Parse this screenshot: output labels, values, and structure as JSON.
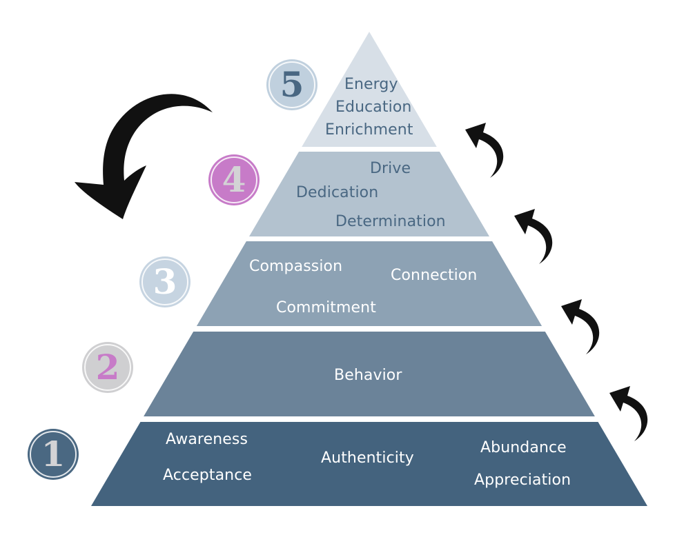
{
  "diagram": {
    "type": "pyramid",
    "tiers": [
      {
        "level": 1,
        "badge": "1",
        "fill": "#44637e",
        "text_color": "#ffffff",
        "badge_fill": "#4a6882",
        "badge_digit_color": "#d3d3d5",
        "labels": [
          "Awareness",
          "Acceptance",
          "Authenticity",
          "Abundance",
          "Appreciation"
        ]
      },
      {
        "level": 2,
        "badge": "2",
        "fill": "#6b8399",
        "text_color": "#ffffff",
        "badge_fill": "#cfcfd1",
        "badge_digit_color": "#c77bc8",
        "labels": [
          "Behavior"
        ]
      },
      {
        "level": 3,
        "badge": "3",
        "fill": "#8da2b4",
        "text_color": "#ffffff",
        "badge_fill": "#c6d4e1",
        "badge_digit_color": "#ffffff",
        "labels": [
          "Compassion",
          "Connection",
          "Commitment"
        ]
      },
      {
        "level": 4,
        "badge": "4",
        "fill": "#b3c2cf",
        "text_color": "#496782",
        "badge_fill": "#c77bc8",
        "badge_digit_color": "#d3d3d5",
        "labels": [
          "Drive",
          "Dedication",
          "Determination"
        ]
      },
      {
        "level": 5,
        "badge": "5",
        "fill": "#d7dfe7",
        "text_color": "#496782",
        "badge_fill": "#c0d0de",
        "badge_digit_color": "#496782",
        "labels": [
          "Energy",
          "Education",
          "Enrichment"
        ]
      }
    ],
    "arrows": {
      "large_arrow": {
        "direction": "down-left",
        "color": "#111111"
      },
      "small_arrows": {
        "count": 4,
        "direction": "up-left",
        "color": "#111111"
      }
    }
  }
}
